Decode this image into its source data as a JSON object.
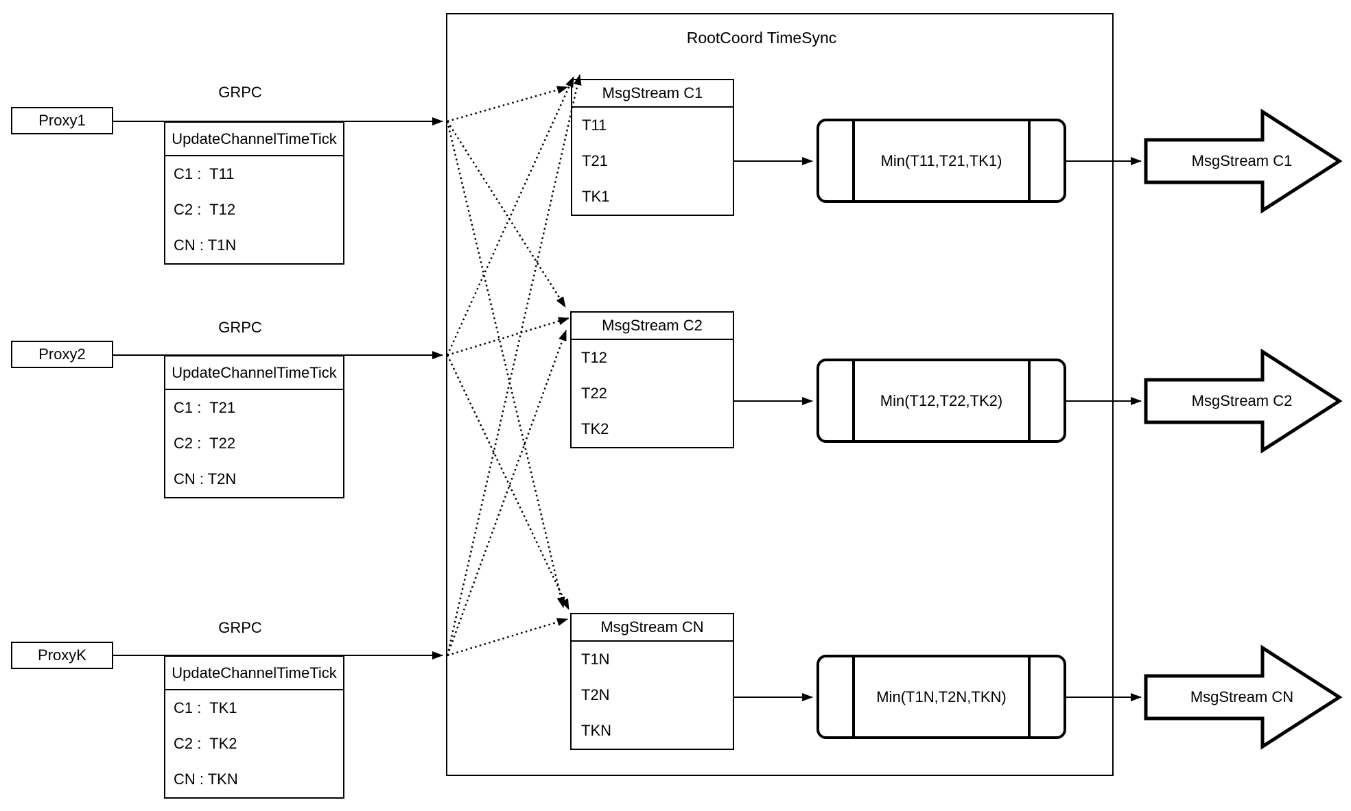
{
  "title": "RootCoord TimeSync",
  "labels": {
    "grpc": "GRPC",
    "update_header": "UpdateChannelTimeTick"
  },
  "colors": {
    "stroke": "#000000",
    "background": "#ffffff"
  },
  "rows": [
    {
      "proxy": "Proxy1",
      "tick_rows": [
        "C1 :  T11",
        "C2 :  T12",
        "CN : T1N"
      ],
      "stream_title": "MsgStream C1",
      "stream_rows": [
        "T11",
        "T21",
        "TK1"
      ],
      "min": "Min(T11,T21,TK1)",
      "out": "MsgStream C1"
    },
    {
      "proxy": "Proxy2",
      "tick_rows": [
        "C1 :  T21",
        "C2 :  T22",
        "CN : T2N"
      ],
      "stream_title": "MsgStream C2",
      "stream_rows": [
        "T12",
        "T22",
        "TK2"
      ],
      "min": "Min(T12,T22,TK2)",
      "out": "MsgStream C2"
    },
    {
      "proxy": "ProxyK",
      "tick_rows": [
        "C1 :  TK1",
        "C2 :  TK2",
        "CN : TKN"
      ],
      "stream_title": "MsgStream CN",
      "stream_rows": [
        "T1N",
        "T2N",
        "TKN"
      ],
      "min": "Min(T1N,T2N,TKN)",
      "out": "MsgStream CN"
    }
  ]
}
